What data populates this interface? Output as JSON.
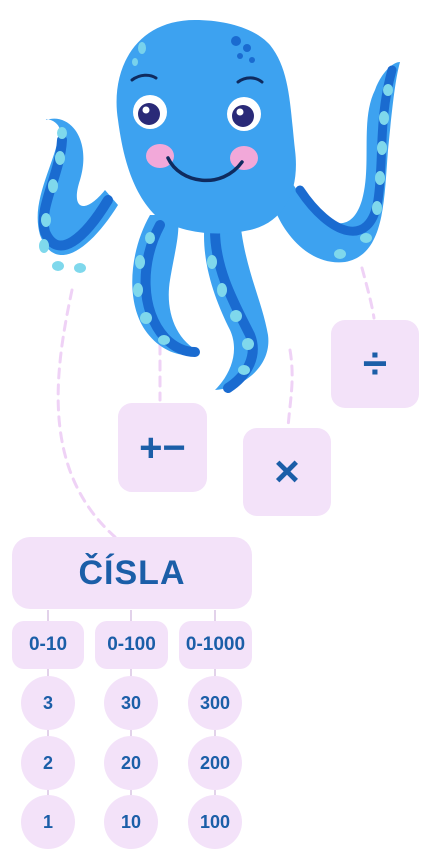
{
  "operations": {
    "plus_minus": "+−",
    "times": "×",
    "divide": "÷"
  },
  "numbers": {
    "title": "ČÍSLA",
    "columns": [
      {
        "range": "0-10",
        "values": [
          "3",
          "2",
          "1"
        ]
      },
      {
        "range": "0-100",
        "values": [
          "30",
          "20",
          "10"
        ]
      },
      {
        "range": "0-1000",
        "values": [
          "300",
          "200",
          "100"
        ]
      }
    ]
  },
  "colors": {
    "accent": "#1b5ea8",
    "tile_bg": "#f3e2f9",
    "octopus_body": "#3da2f0",
    "octopus_dark": "#1a6bd0",
    "suckers": "#7fd8ec",
    "connector": "#efd2f6"
  }
}
